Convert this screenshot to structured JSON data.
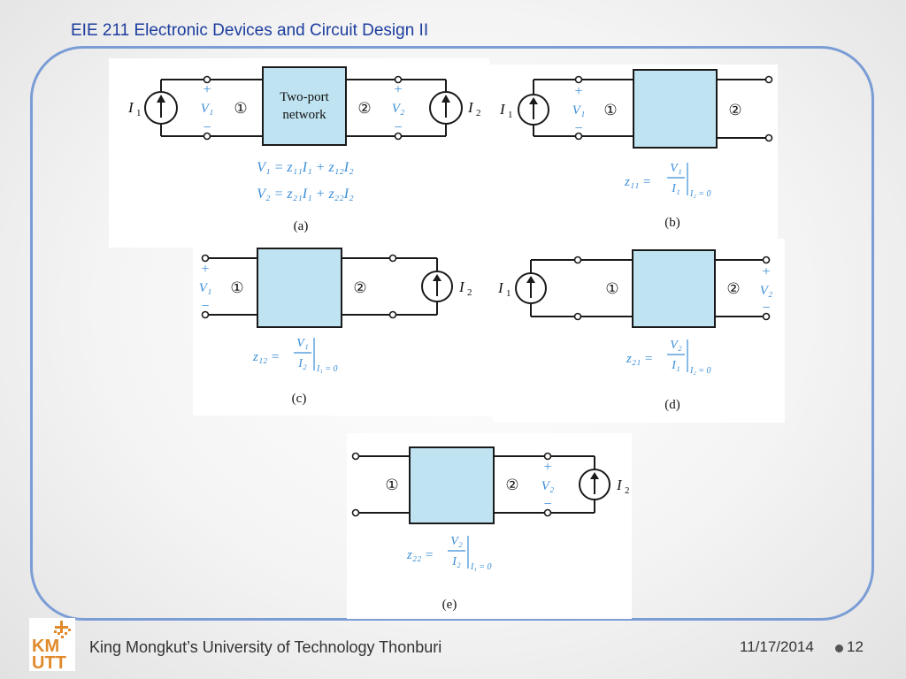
{
  "slide": {
    "title": "EIE 211 Electronic Devices and Circuit Design II"
  },
  "footer": {
    "logo_text": "KMUTT",
    "institution": "King Mongkut’s University of Technology Thonburi",
    "date": "11/17/2014",
    "page_number": "12"
  },
  "colors": {
    "box_fill": "#bfe3f1",
    "formula_blue": "#3a8ed8",
    "frame_border": "#7b9dd6",
    "title_blue": "#1c3d9e"
  },
  "figure": {
    "panel_a": {
      "source_label_left": "I",
      "source_sub_left": "1",
      "source_label_right": "I",
      "source_sub_right": "2",
      "box_line1": "Two-port",
      "box_line2": "network",
      "port1": "①",
      "port2": "②",
      "eq1": "V₁ = z₁₁I₁ + z₁₂I₂",
      "eq2": "V₂ = z₂₁I₁ + z₂₂I₂",
      "caption": "(a)"
    },
    "panel_b": {
      "formula_lhs": "z₁₁ =",
      "num": "V₁",
      "den": "I₁",
      "cond": "I₂ = 0",
      "caption": "(b)"
    },
    "panel_c": {
      "formula_lhs": "z₁₂ =",
      "num": "V₁",
      "den": "I₂",
      "cond": "I₁ = 0",
      "caption": "(c)"
    },
    "panel_d": {
      "formula_lhs": "z₂₁ =",
      "num": "V₂",
      "den": "I₁",
      "cond": "I₂ = 0",
      "caption": "(d)"
    },
    "panel_e": {
      "formula_lhs": "z₂₂ =",
      "num": "V₂",
      "den": "I₂",
      "cond": "I₁ = 0",
      "caption": "(e)"
    },
    "plus": "+",
    "minus": "−",
    "v1": "V₁",
    "v2": "V₂"
  }
}
